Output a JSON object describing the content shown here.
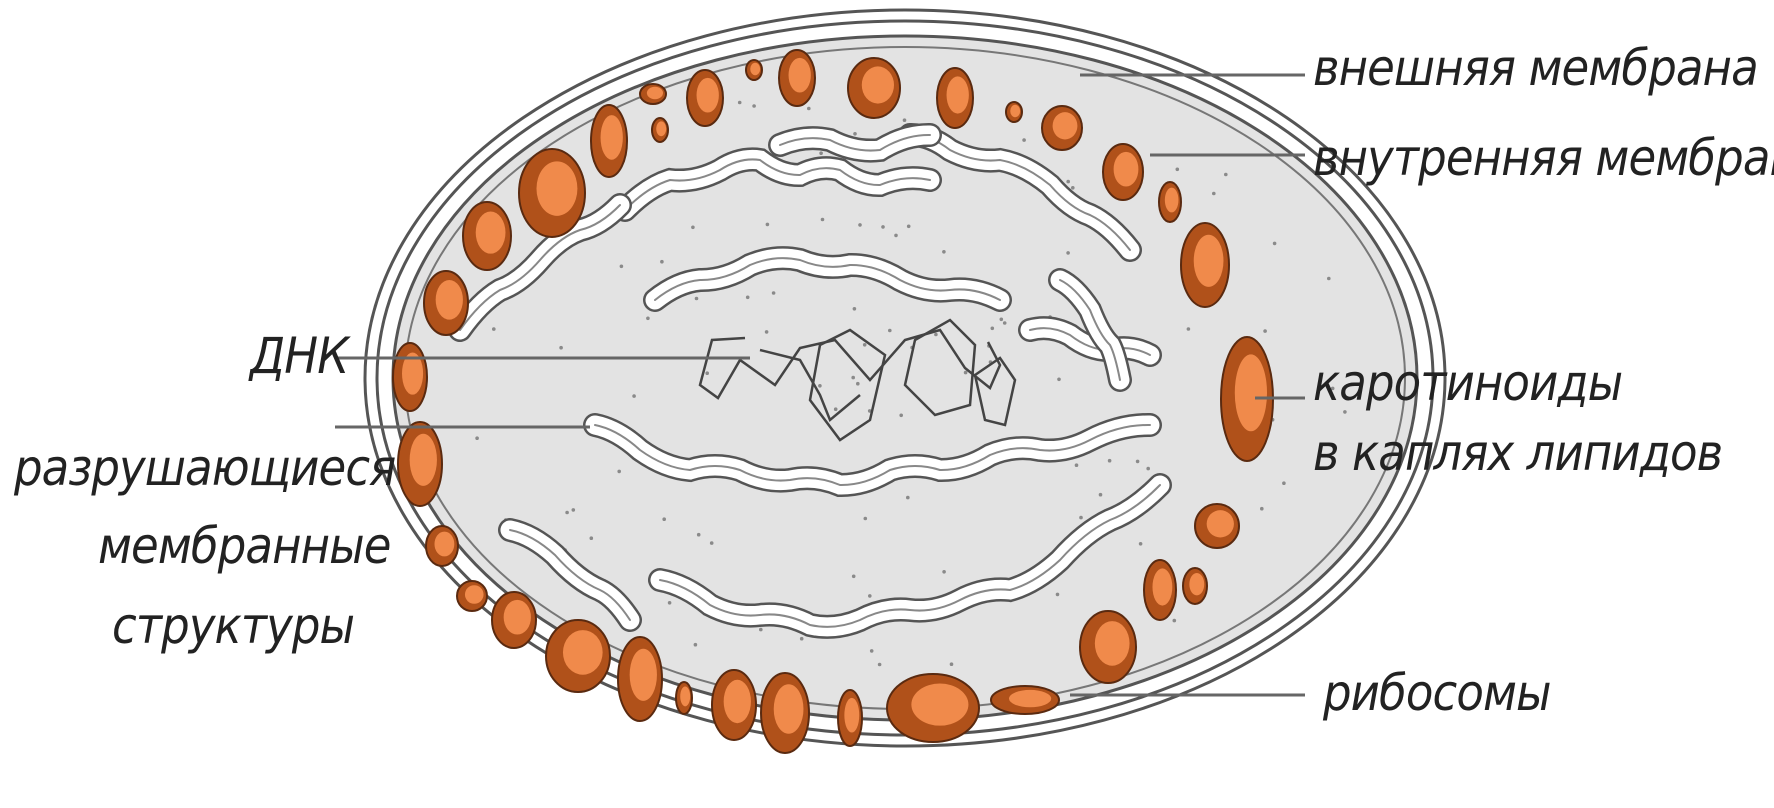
{
  "labels": {
    "outer_membrane": "внешняя мембрана",
    "inner_membrane": "внутренняя мембрана",
    "dna": "ДНК",
    "carotenoids_line1": "каротиноиды",
    "carotenoids_line2": "в каплях липидов",
    "degrading_line1": "разрушающиеся",
    "degrading_line2": "мембранные",
    "degrading_line3": "структуры",
    "ribosomes": "рибосомы"
  },
  "colors": {
    "stroma": "#e3e3e3",
    "membrane": "#555555",
    "leader_line": "#666666",
    "droplet_outer": "#b0511a",
    "droplet_inner": "#f08a4b"
  }
}
